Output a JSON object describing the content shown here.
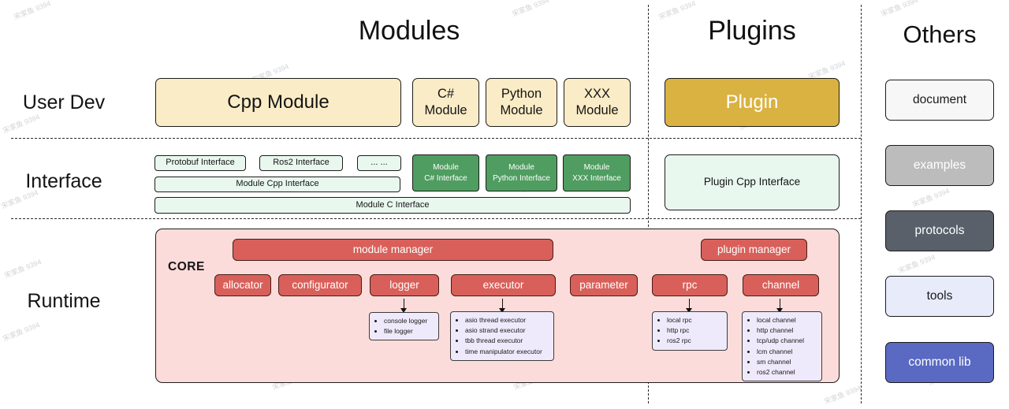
{
  "watermark": {
    "text": "宋家鱼 9394"
  },
  "headers": {
    "modules": "Modules",
    "plugins": "Plugins",
    "others": "Others"
  },
  "row_labels": {
    "user_dev": "User Dev",
    "interface": "Interface",
    "runtime": "Runtime"
  },
  "modules": {
    "user_dev": {
      "cpp_module": "Cpp Module",
      "csharp_module": "C# Module",
      "python_module": "Python Module",
      "xxx_module": "XXX Module"
    },
    "interface": {
      "protobuf": "Protobuf Interface",
      "ros2": "Ros2 Interface",
      "ellipsis": "... ...",
      "module_cpp": "Module Cpp Interface",
      "module_c": "Module C Interface",
      "csharp_lines": [
        "Module",
        "C# Interface"
      ],
      "python_lines": [
        "Module",
        "Python Interface"
      ],
      "xxx_lines": [
        "Module",
        "XXX Interface"
      ]
    }
  },
  "plugins": {
    "plugin": "Plugin",
    "plugin_cpp_interface": "Plugin Cpp Interface"
  },
  "runtime": {
    "core": "CORE",
    "module_manager": "module manager",
    "plugin_manager": "plugin manager",
    "components": [
      "allocator",
      "configurator",
      "logger",
      "executor",
      "parameter",
      "rpc",
      "channel"
    ],
    "logger_impls": [
      "console logger",
      "file logger"
    ],
    "executor_impls": [
      "asio thread executor",
      "asio strand executor",
      "tbb thread executor",
      "time manipulator executor"
    ],
    "rpc_impls": [
      "local rpc",
      "http rpc",
      "ros2 rpc"
    ],
    "channel_impls": [
      "local channel",
      "http channel",
      "tcp/udp channel",
      "lcm channel",
      "sm channel",
      "ros2 channel"
    ]
  },
  "others": [
    "document",
    "examples",
    "protocols",
    "tools",
    "common lib"
  ],
  "colors": {
    "cream": "#faecc6",
    "gold": "#d9b241",
    "light_green": "#e9f8ef",
    "green": "#4f9d60",
    "pink": "#fcdcda",
    "red": "#d9605a",
    "purple": "#efeafb",
    "others_document_bg": "#f7f7f7",
    "others_examples_bg": "#bcbcbc",
    "others_protocols_bg": "#596069",
    "others_tools_bg": "#e7ebfa",
    "others_common_lib_bg": "#5a69c1"
  }
}
